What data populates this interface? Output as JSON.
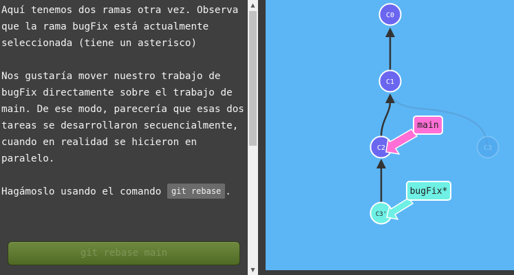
{
  "lesson": {
    "paragraph1": "Aquí tenemos dos ramas otra vez. Observa que la rama bugFix está actualmente seleccionada (tiene un asterisco)",
    "paragraph2": "Nos gustaría mover nuestro trabajo de bugFix directamente sobre el trabajo de main. De ese modo, parecería que esas dos tareas se desarrollaron secuencialmente, cuando en realidad se hicieron en paralelo.",
    "paragraph3_prefix": "Hagámoslo usando el comando ",
    "paragraph3_code": "git rebase",
    "paragraph3_suffix": ".",
    "button_label": "git rebase main"
  },
  "scrollbar": {
    "up_icon": "triangle-up",
    "down_icon": "triangle-down"
  },
  "visualization": {
    "commits": [
      {
        "id": "C0",
        "label": "C0"
      },
      {
        "id": "C1",
        "label": "C1"
      },
      {
        "id": "C2",
        "label": "C2"
      },
      {
        "id": "C3",
        "label": "C3"
      },
      {
        "id": "C3prime",
        "label": "C3'"
      }
    ],
    "branches": [
      {
        "name": "main",
        "label": "main",
        "target": "C2"
      },
      {
        "name": "bugFix",
        "label": "bugFix*",
        "target": "C3prime"
      }
    ],
    "colors": {
      "background": "#5cb6f5",
      "commit": "#6b66f0",
      "commit_new": "#6ff0e4",
      "commit_ghost": "#5aaee8",
      "main_branch": "#ff6fd6",
      "bugfix_branch": "#6ff0e4"
    }
  }
}
